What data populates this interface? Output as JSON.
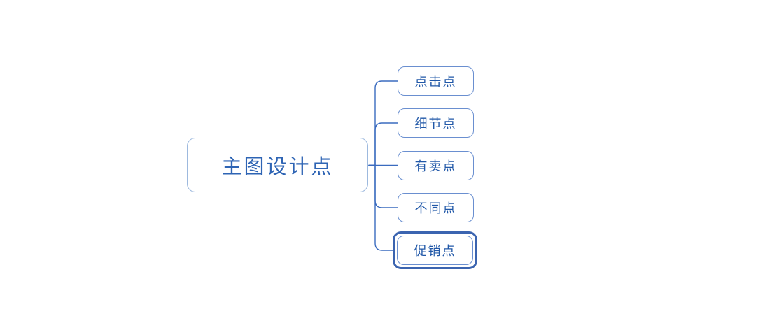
{
  "mindmap": {
    "root": {
      "label": "主图设计点",
      "selected": false
    },
    "subtopics": [
      {
        "label": "点击点",
        "selected": false
      },
      {
        "label": "细节点",
        "selected": false
      },
      {
        "label": "有卖点",
        "selected": false
      },
      {
        "label": "不同点",
        "selected": false
      },
      {
        "label": "促销点",
        "selected": true
      }
    ],
    "colors": {
      "background": "#ffffff",
      "branch_line": "#3a6bbf",
      "root_border": "#9db9de",
      "subtopic_border": "#6a8fd0",
      "selection_border": "#3b64b0",
      "root_text": "#2e64b4",
      "subtopic_text": "#2158a8"
    }
  }
}
